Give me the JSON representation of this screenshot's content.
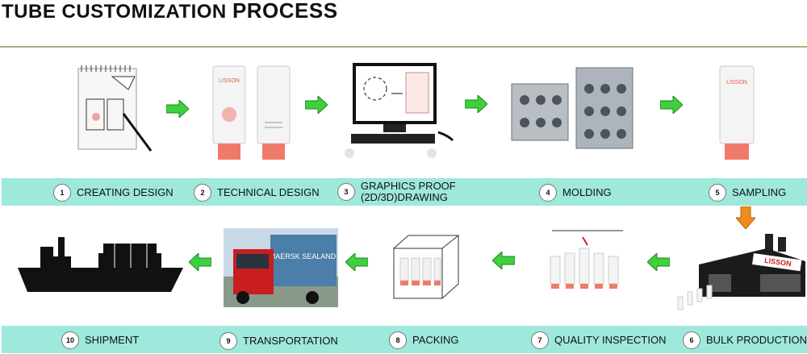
{
  "title": {
    "part1": "TUBE CUSTOMIZATION",
    "part2": "PROCESS"
  },
  "brand": "LISSON",
  "colors": {
    "band": "#9ee8dc",
    "arrow": "#3fcf3f",
    "down_arrow": "#f08c1e",
    "tube_cap": "#f07a6a",
    "rule": "#a7b07e"
  },
  "steps": [
    {
      "num": "1",
      "label": "CREATING DESIGN"
    },
    {
      "num": "2",
      "label": "TECHNICAL DESIGN"
    },
    {
      "num": "3",
      "label_line1": "GRAPHICS PROOF",
      "label_line2": "(2D/3D)DRAWING"
    },
    {
      "num": "4",
      "label": "MOLDING"
    },
    {
      "num": "5",
      "label": "SAMPLING"
    },
    {
      "num": "6",
      "label": "BULK PRODUCTION"
    },
    {
      "num": "7",
      "label": "QUALITY INSPECTION"
    },
    {
      "num": "8",
      "label": "PACKING"
    },
    {
      "num": "9",
      "label": "TRANSPORTATION"
    },
    {
      "num": "10",
      "label": "SHIPMENT"
    }
  ],
  "truck_text": "MAERSK SEALAND"
}
